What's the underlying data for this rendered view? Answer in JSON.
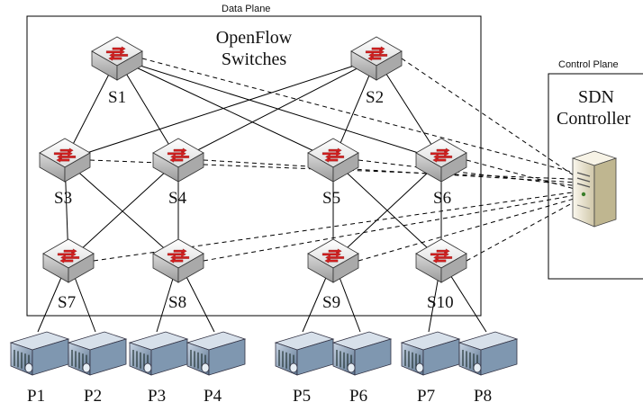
{
  "data_plane": {
    "title": "Data Plane",
    "switch_group_label_line1": "OpenFlow",
    "switch_group_label_line2": "Switches"
  },
  "control_plane": {
    "title": "Control Plane",
    "controller_line1": "SDN",
    "controller_line2": "Controller"
  },
  "switches": [
    "S1",
    "S2",
    "S3",
    "S4",
    "S5",
    "S6",
    "S7",
    "S8",
    "S9",
    "S10"
  ],
  "hosts": [
    "P1",
    "P2",
    "P3",
    "P4",
    "P5",
    "P6",
    "P7",
    "P8"
  ],
  "links_solid": [
    [
      "S1",
      "S3"
    ],
    [
      "S1",
      "S4"
    ],
    [
      "S1",
      "S5"
    ],
    [
      "S1",
      "S6"
    ],
    [
      "S2",
      "S3"
    ],
    [
      "S2",
      "S4"
    ],
    [
      "S2",
      "S5"
    ],
    [
      "S2",
      "S6"
    ],
    [
      "S3",
      "S7"
    ],
    [
      "S3",
      "S8"
    ],
    [
      "S4",
      "S7"
    ],
    [
      "S4",
      "S8"
    ],
    [
      "S5",
      "S9"
    ],
    [
      "S5",
      "S10"
    ],
    [
      "S6",
      "S9"
    ],
    [
      "S6",
      "S10"
    ],
    [
      "S7",
      "P1"
    ],
    [
      "S7",
      "P2"
    ],
    [
      "S8",
      "P3"
    ],
    [
      "S8",
      "P4"
    ],
    [
      "S9",
      "P5"
    ],
    [
      "S9",
      "P6"
    ],
    [
      "S10",
      "P7"
    ],
    [
      "S10",
      "P8"
    ]
  ],
  "links_control": [
    "S1",
    "S2",
    "S3",
    "S4",
    "S5",
    "S6",
    "S7",
    "S8",
    "S9",
    "S10"
  ],
  "colors": {
    "switch_top": "#f2f2f2",
    "switch_side": "#c9c9c9",
    "arrow": "#d21f1f",
    "server_body": "#7f97b0",
    "controller_body": "#efe9d6"
  }
}
